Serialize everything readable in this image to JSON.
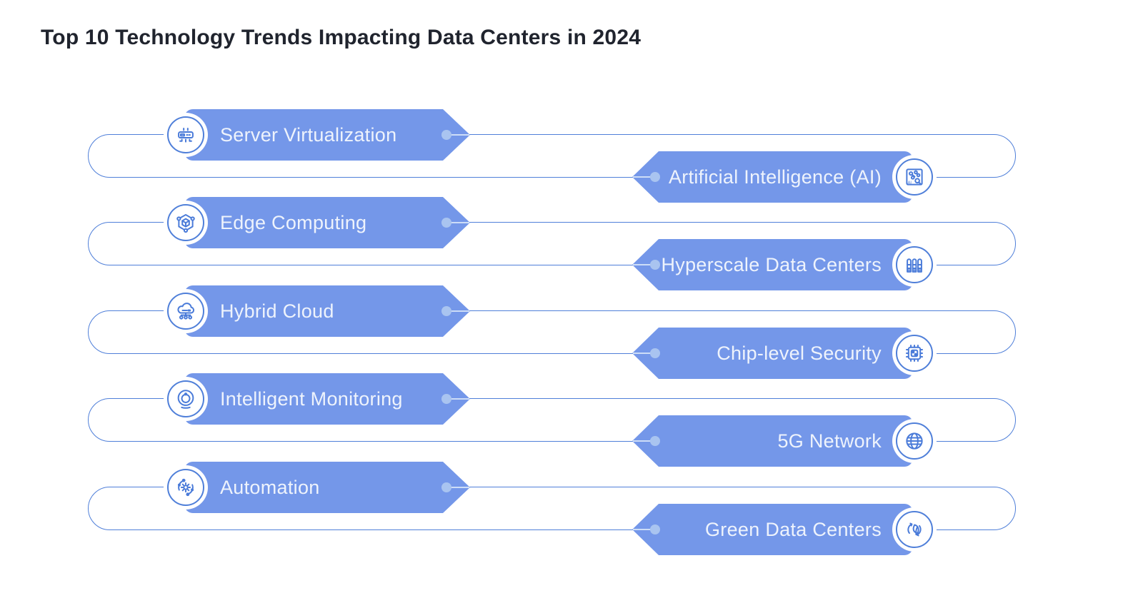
{
  "title": "Top 10 Technology Trends Impacting Data Centers in 2024",
  "colors": {
    "background": "#ffffff",
    "banner_fill": "#7497e9",
    "connector_line": "#4f7fd9",
    "icon_stroke": "#4a7bd9",
    "banner_text": "#eef3fc",
    "connector_dot": "#a9c4f0",
    "tip_line": "#cdddf7",
    "title_text": "#20242e"
  },
  "trend_pairs": [
    {
      "left": {
        "label": "Server Virtualization",
        "icon": "server-virtualization-icon"
      },
      "right": {
        "label": "Artificial Intelligence (AI)",
        "icon": "artificial-intelligence-icon"
      }
    },
    {
      "left": {
        "label": "Edge Computing",
        "icon": "edge-computing-icon"
      },
      "right": {
        "label": "Hyperscale Data Centers",
        "icon": "hyperscale-data-centers-icon"
      }
    },
    {
      "left": {
        "label": "Hybrid Cloud",
        "icon": "hybrid-cloud-icon"
      },
      "right": {
        "label": "Chip-level Security",
        "icon": "chip-level-security-icon"
      }
    },
    {
      "left": {
        "label": "Intelligent Monitoring",
        "icon": "intelligent-monitoring-icon"
      },
      "right": {
        "label": "5G Network",
        "icon": "5g-network-icon"
      }
    },
    {
      "left": {
        "label": "Automation",
        "icon": "automation-icon"
      },
      "right": {
        "label": "Green Data Centers",
        "icon": "green-data-centers-icon"
      }
    }
  ]
}
